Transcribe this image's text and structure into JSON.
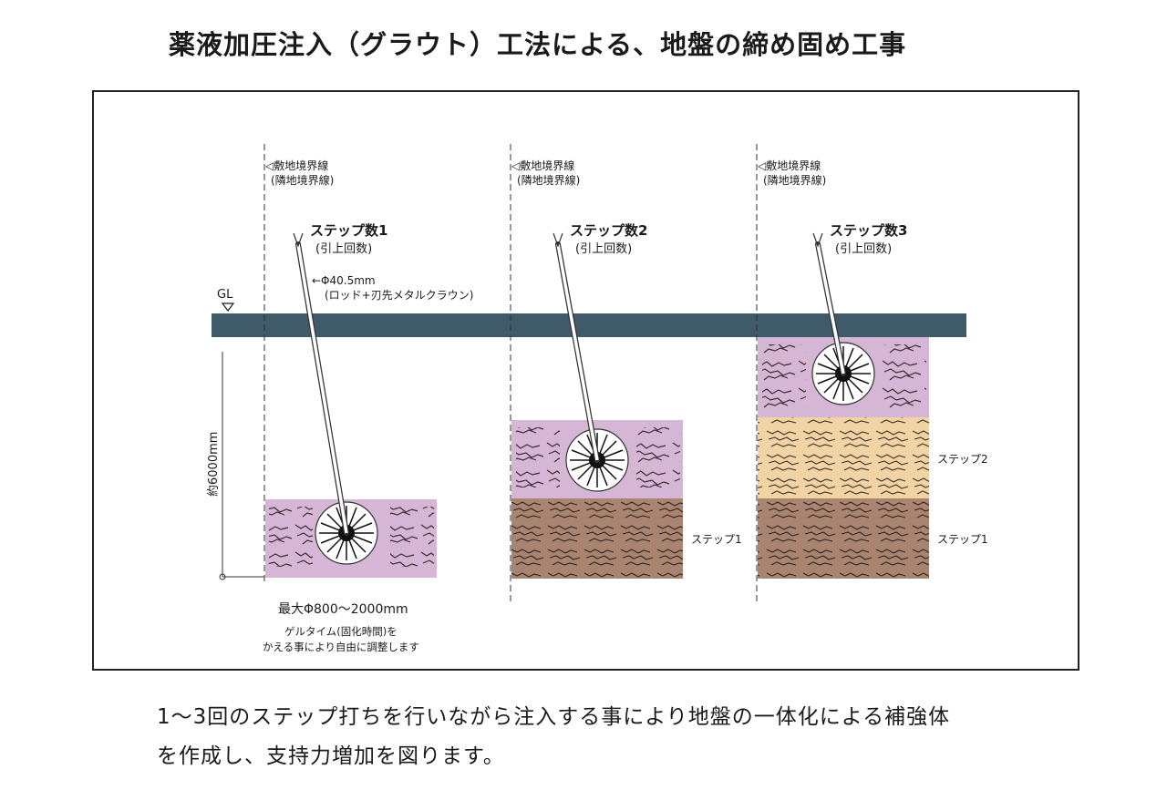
{
  "title": "薬液加圧注入（グラウト）工法による、地盤の締め固め工事",
  "diagram": {
    "boundary_label_1": "◁敷地境界線",
    "boundary_label_2": "(隣地境界線)",
    "columns": [
      {
        "step_title": "ステップ数1",
        "step_sub": "(引上回数)"
      },
      {
        "step_title": "ステップ数2",
        "step_sub": "(引上回数)"
      },
      {
        "step_title": "ステップ数3",
        "step_sub": "(引上回数)"
      }
    ],
    "rod_label_1": "←Φ40.5mm",
    "rod_label_2": "(ロッド+刃先メタルクラウン)",
    "gl_label": "GL",
    "depth_label": "約6000mm",
    "diameter_label": "最大Φ800〜2000mm",
    "gel_note_1": "ゲルタイム(固化時間)を",
    "gel_note_2": "かえる事により自由に調整します",
    "layer_step1": "ステップ1",
    "layer_step2": "ステップ2",
    "colors": {
      "ground_line": "#3f5a68",
      "grout_purple": "#d5b6d4",
      "step1_brown": "#a98470",
      "step2_beige": "#f1d3a4"
    }
  },
  "caption": {
    "line1": "1〜3回のステップ打ちを行いながら注入する事により地盤の一体化による補強体",
    "line2": "を作成し、支持力増加を図ります。"
  }
}
